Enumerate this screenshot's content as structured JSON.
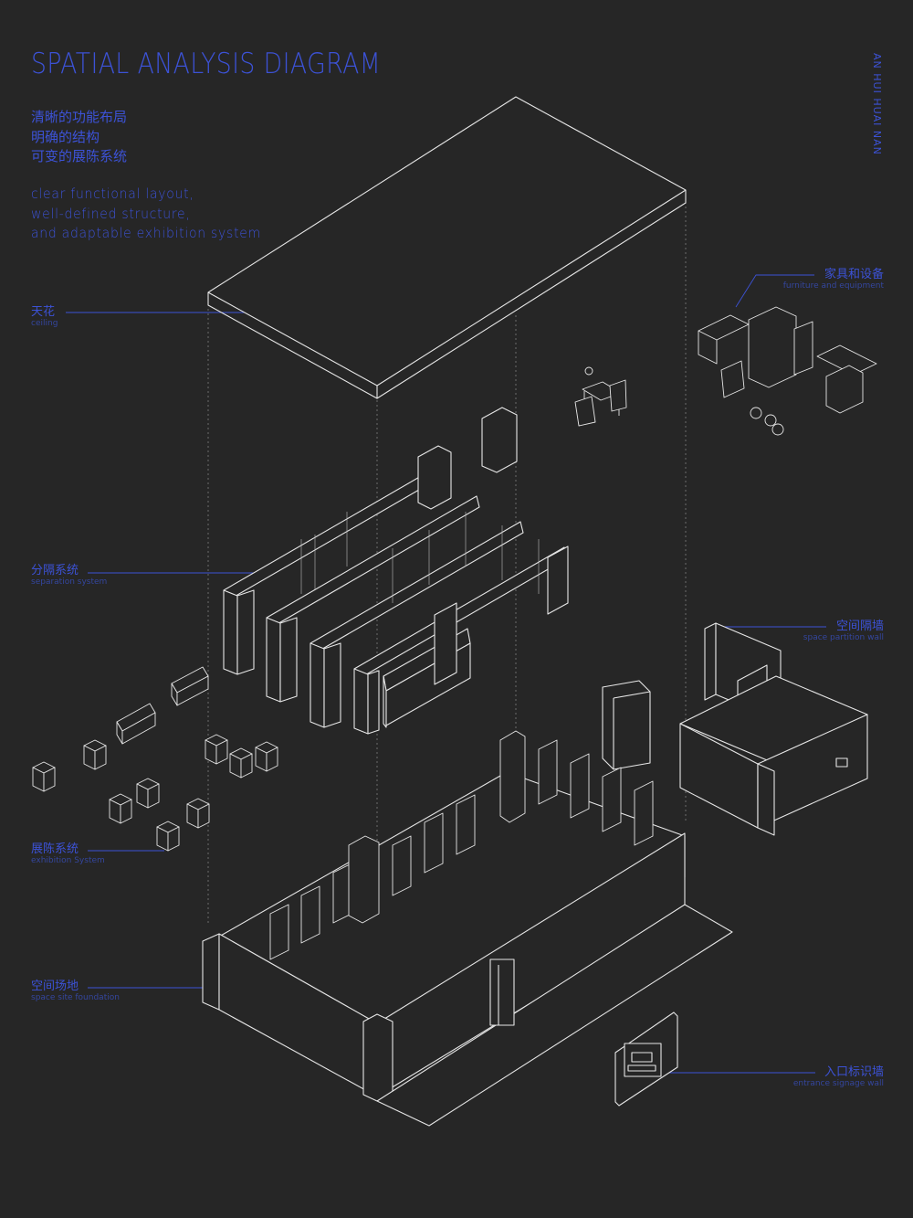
{
  "title": "SPATIAL ANALYSIS DIAGRAM",
  "side_text": "AN HUI  HUAI NAN",
  "intro_cn": [
    "清晰的功能布局",
    "明确的结构",
    "可变的展陈系统"
  ],
  "intro_en": [
    "clear functional layout,",
    "well-defined structure,",
    "and adaptable exhibition system"
  ],
  "labels": {
    "ceiling": {
      "cn": "天花",
      "en": "ceiling"
    },
    "separation": {
      "cn": "分隔系统",
      "en": "separation system"
    },
    "exhibition": {
      "cn": "展陈系统",
      "en": "exhibition System"
    },
    "foundation": {
      "cn": "空间场地",
      "en": "space site foundation"
    },
    "furniture": {
      "cn": "家具和设备",
      "en": "furniture and equipment"
    },
    "partition": {
      "cn": "空间隔墙",
      "en": "space partition wall"
    },
    "signage": {
      "cn": "入口标识墙",
      "en": "entrance signage wall"
    }
  },
  "colors": {
    "background": "#262626",
    "accent": "#3c52d6",
    "line": "#e6e6e6"
  }
}
